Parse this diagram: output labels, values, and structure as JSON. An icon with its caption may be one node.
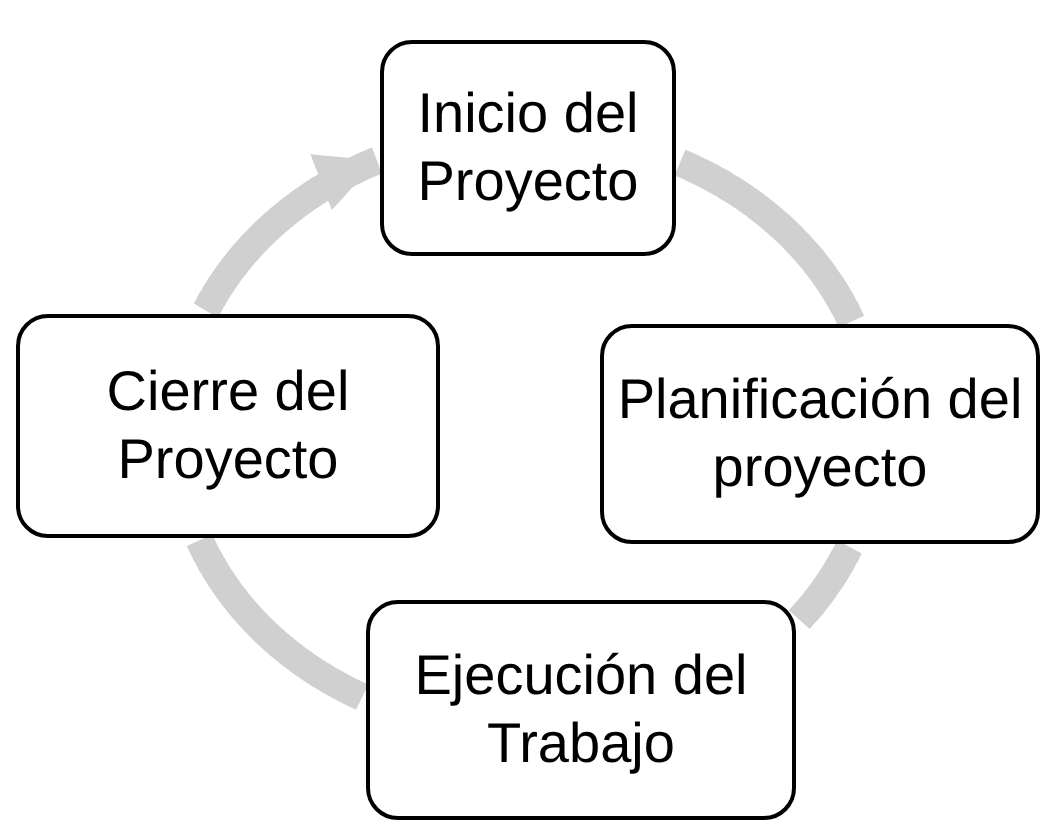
{
  "diagram": {
    "nodes": [
      {
        "text": [
          "Inicio del Proyecto"
        ]
      },
      {
        "text": [
          "Planificación del proyecto"
        ]
      },
      {
        "text": [
          "Ejecución del Trabajo"
        ]
      },
      {
        "text": [
          "Cierre del Proyecto"
        ]
      }
    ],
    "edges": [
      {
        "from": 0,
        "to": 1,
        "arrow": "none"
      },
      {
        "from": 1,
        "to": 2,
        "arrow": "none"
      },
      {
        "from": 2,
        "to": 3,
        "arrow": "none"
      },
      {
        "from": 3,
        "to": 0,
        "arrow": "to"
      }
    ]
  }
}
